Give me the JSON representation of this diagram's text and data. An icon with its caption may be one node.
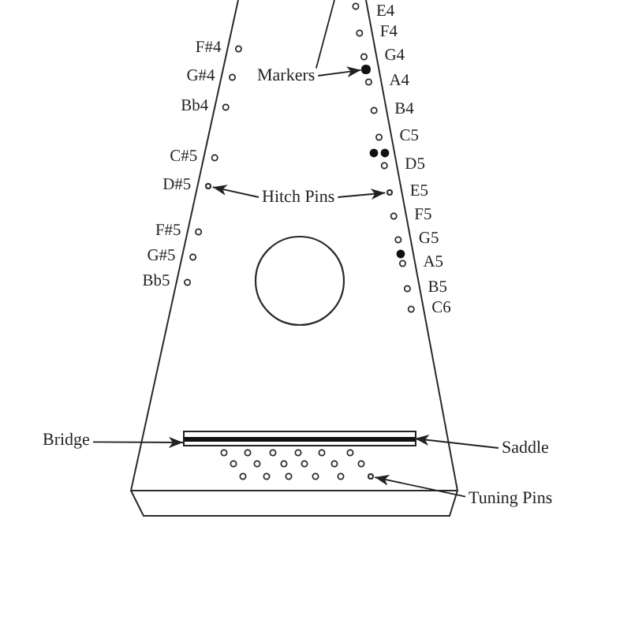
{
  "diagram": {
    "nodes": [
      {
        "text": [
          "Markers"
        ]
      },
      {
        "text": [],
        "shape": "circle"
      },
      {
        "text": [
          "Hitch Pins"
        ]
      },
      {
        "text": [],
        "shape": "circle"
      },
      {
        "text": [],
        "shape": "circle"
      },
      {
        "text": [
          "Bridge"
        ]
      },
      {
        "text": [],
        "shape": "box"
      },
      {
        "text": [],
        "shape": "bar",
        "in": 6
      },
      {
        "text": [
          "Saddle"
        ]
      },
      {
        "text": [
          "Tuning Pins"
        ]
      },
      {
        "text": [],
        "shape": "circle"
      }
    ],
    "edges": [
      {
        "from": 0,
        "to": 1,
        "arrow": "to"
      },
      {
        "from": 0,
        "to": null,
        "arrow": "none"
      },
      {
        "from": 2,
        "to": 3,
        "arrow": "to"
      },
      {
        "from": 2,
        "to": 4,
        "arrow": "to"
      },
      {
        "from": 5,
        "to": 6,
        "arrow": "to"
      },
      {
        "from": 8,
        "to": 7,
        "arrow": "to"
      },
      {
        "from": 9,
        "to": 10,
        "arrow": "to"
      }
    ],
    "labels": [
      "E4",
      "F4",
      "F#4",
      "G4",
      "G#4",
      "A4",
      "Bb4",
      "B4",
      "C5",
      "C#5",
      "D5",
      "D#5",
      "E5",
      "F5",
      "F#5",
      "G5",
      "G#5",
      "A5",
      "Bb5",
      "B5",
      "C6"
    ]
  }
}
